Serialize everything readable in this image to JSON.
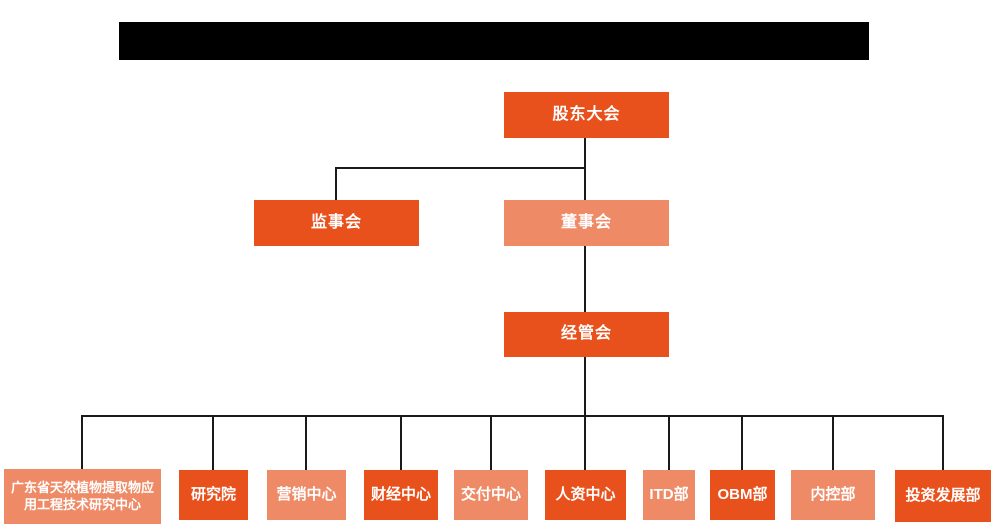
{
  "colors": {
    "box_dark": "#E8501C",
    "box_light": "#EE8A66",
    "connector": "#1A1A1A",
    "redaction": "#000000",
    "text": "#FFFFFF",
    "background": "#FFFFFF"
  },
  "org_chart": {
    "root": {
      "label": "股东大会",
      "variant": "dark"
    },
    "supervisory_board": {
      "label": "监事会",
      "variant": "dark"
    },
    "board_of_directors": {
      "label": "董事会",
      "variant": "light"
    },
    "management_committee": {
      "label": "经管会",
      "variant": "dark"
    },
    "departments": [
      {
        "label": "广东省天然植物提取物应用工程技术研究中心",
        "variant": "light"
      },
      {
        "label": "研究院",
        "variant": "dark"
      },
      {
        "label": "营销中心",
        "variant": "light"
      },
      {
        "label": "财经中心",
        "variant": "dark"
      },
      {
        "label": "交付中心",
        "variant": "light"
      },
      {
        "label": "人资中心",
        "variant": "dark"
      },
      {
        "label": "ITD部",
        "variant": "light"
      },
      {
        "label": "OBM部",
        "variant": "dark"
      },
      {
        "label": "内控部",
        "variant": "light"
      },
      {
        "label": "投资发展部",
        "variant": "dark"
      }
    ]
  }
}
